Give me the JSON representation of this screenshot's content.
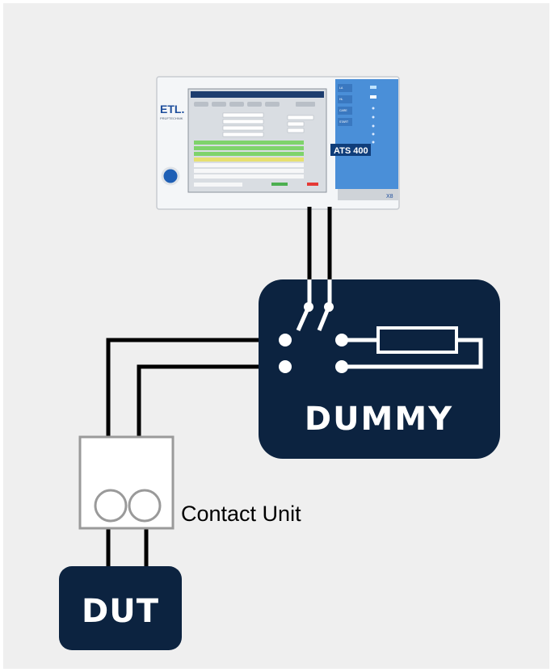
{
  "colors": {
    "background": "#efefef",
    "navy": "#0c2340",
    "wire": "#000000",
    "device_frame": "#f4f6f8",
    "device_panel": "#4a8fd8",
    "screen_green": "#7fd36b",
    "screen_yellow": "#e6e070"
  },
  "device": {
    "brand": "ETL.",
    "brand_sub": "PRÜFTECHNIK",
    "model": "ATS 400",
    "footer_code": "X8",
    "side_buttons": [
      "LA",
      "HL",
      "CARE",
      "START"
    ]
  },
  "dummy": {
    "label": "DUMMY"
  },
  "contact_unit": {
    "label": "Contact Unit"
  },
  "dut": {
    "label": "DUT"
  }
}
